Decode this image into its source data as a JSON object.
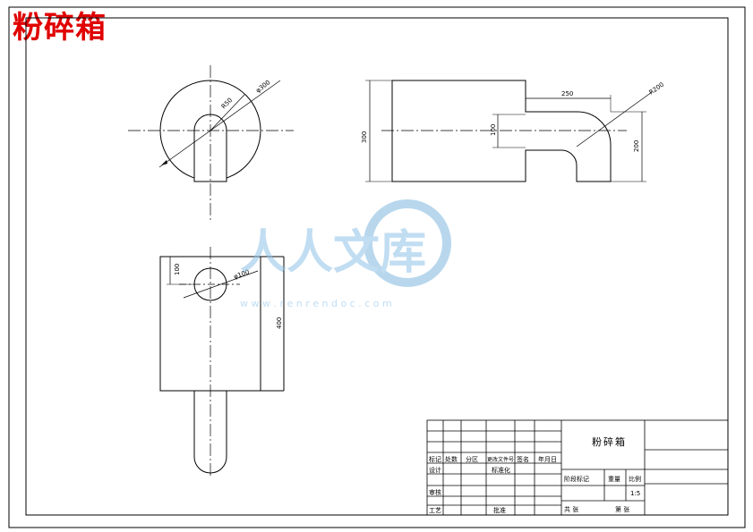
{
  "document": {
    "title": "粉碎箱"
  },
  "views": {
    "front": {
      "dim_outer_dia": "φ300",
      "dim_inner": "R50"
    },
    "side": {
      "dim_height": "300",
      "dim_len": "250",
      "dim_radius": "R200",
      "dim_slot": "100",
      "dim_right": "200"
    },
    "top": {
      "dim_offset": "100",
      "dim_hole": "φ100",
      "dim_height": "400"
    }
  },
  "title_block": {
    "drawing_name": "粉碎箱",
    "revision_labels": [
      "标记",
      "处数",
      "分区",
      "更改文件号",
      "签名",
      "年月日"
    ],
    "role_design": "设计",
    "role_standardize": "标准化",
    "role_check": "审核",
    "role_process": "工艺",
    "role_approve": "批准",
    "stage_label": "阶段标记",
    "weight_label": "重量",
    "scale_label": "比例",
    "scale_value": "1:5",
    "total_label": "共    张",
    "sheet_label": "第    张"
  },
  "watermark": {
    "text": "人人文库",
    "url": "w w w . r e n r e n d o c . c o m"
  }
}
